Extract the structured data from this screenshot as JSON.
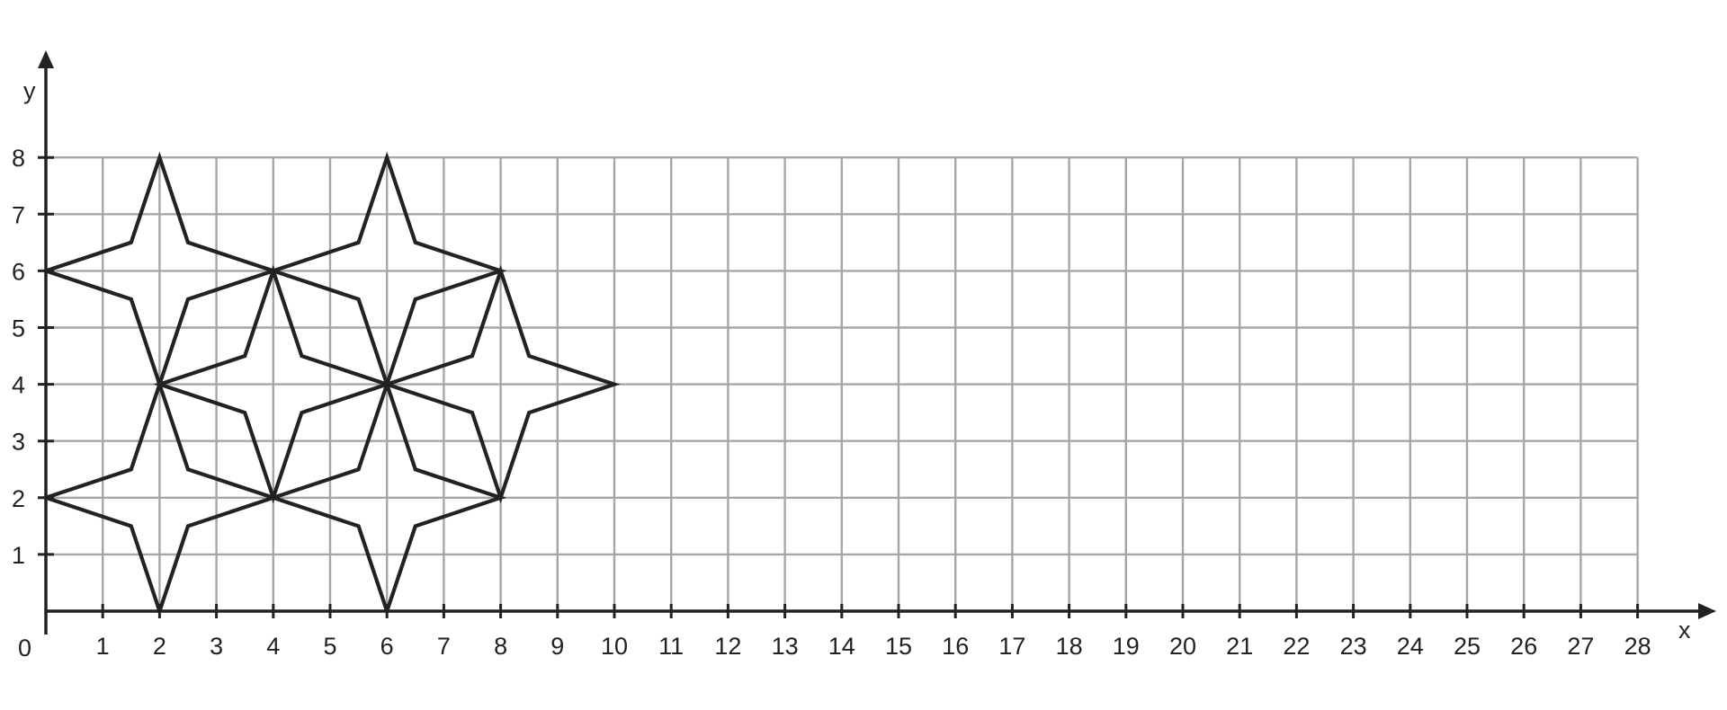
{
  "axes": {
    "x_label": "x",
    "y_label": "y",
    "origin_label": "0",
    "x_range": [
      0,
      28
    ],
    "y_range": [
      0,
      8
    ],
    "x_tick_labels": [
      "1",
      "2",
      "3",
      "4",
      "5",
      "6",
      "7",
      "8",
      "9",
      "10",
      "11",
      "12",
      "13",
      "14",
      "15",
      "16",
      "17",
      "18",
      "19",
      "20",
      "21",
      "22",
      "23",
      "24",
      "25",
      "26",
      "27",
      "28"
    ],
    "y_tick_labels": [
      "1",
      "2",
      "3",
      "4",
      "5",
      "6",
      "7",
      "8"
    ],
    "grid": true
  },
  "colors": {
    "grid": "#a6a6a6",
    "axes": "#222222",
    "shape": "#222222"
  },
  "stars": [
    {
      "name": "star-center-2-6",
      "center": [
        2,
        6
      ],
      "outer_radius": 2,
      "inner_radius": 0.7
    },
    {
      "name": "star-center-6-6",
      "center": [
        6,
        6
      ],
      "outer_radius": 2,
      "inner_radius": 0.7
    },
    {
      "name": "star-center-2-2",
      "center": [
        2,
        2
      ],
      "outer_radius": 2,
      "inner_radius": 0.7
    },
    {
      "name": "star-center-6-2",
      "center": [
        6,
        2
      ],
      "outer_radius": 2,
      "inner_radius": 0.7
    },
    {
      "name": "star-center-4-4",
      "center": [
        4,
        4
      ],
      "outer_radius": 2,
      "inner_radius": 0.7
    },
    {
      "name": "star-center-8-4",
      "center": [
        8,
        4
      ],
      "outer_radius": 2,
      "inner_radius": 0.7
    }
  ]
}
